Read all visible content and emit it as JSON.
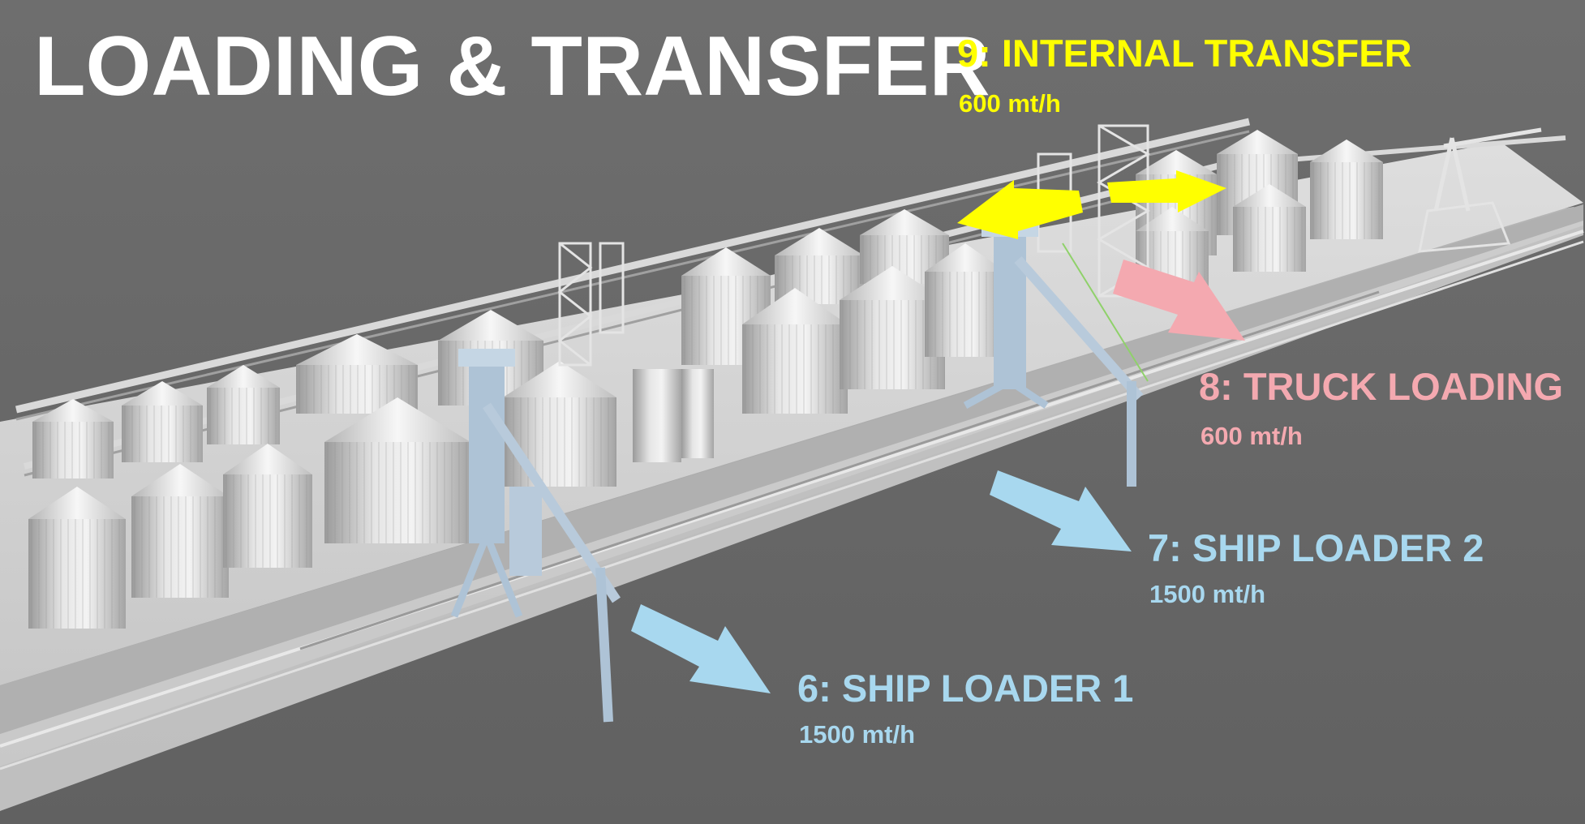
{
  "title": "LOADING & TRANSFER",
  "colors": {
    "background": "#6b6b6b",
    "title": "#ffffff",
    "internal_transfer": "#ffff00",
    "truck_loading": "#f4a9b0",
    "ship_loader": "#a8d8ef"
  },
  "callouts": [
    {
      "label": "9: INTERNAL TRANSFER",
      "rate": "600 mt/h"
    },
    {
      "label": "8: TRUCK LOADING",
      "rate": "600 mt/h"
    },
    {
      "label": "7: SHIP LOADER 2",
      "rate": "1500 mt/h"
    },
    {
      "label": "6: SHIP LOADER 1",
      "rate": "1500 mt/h"
    }
  ]
}
